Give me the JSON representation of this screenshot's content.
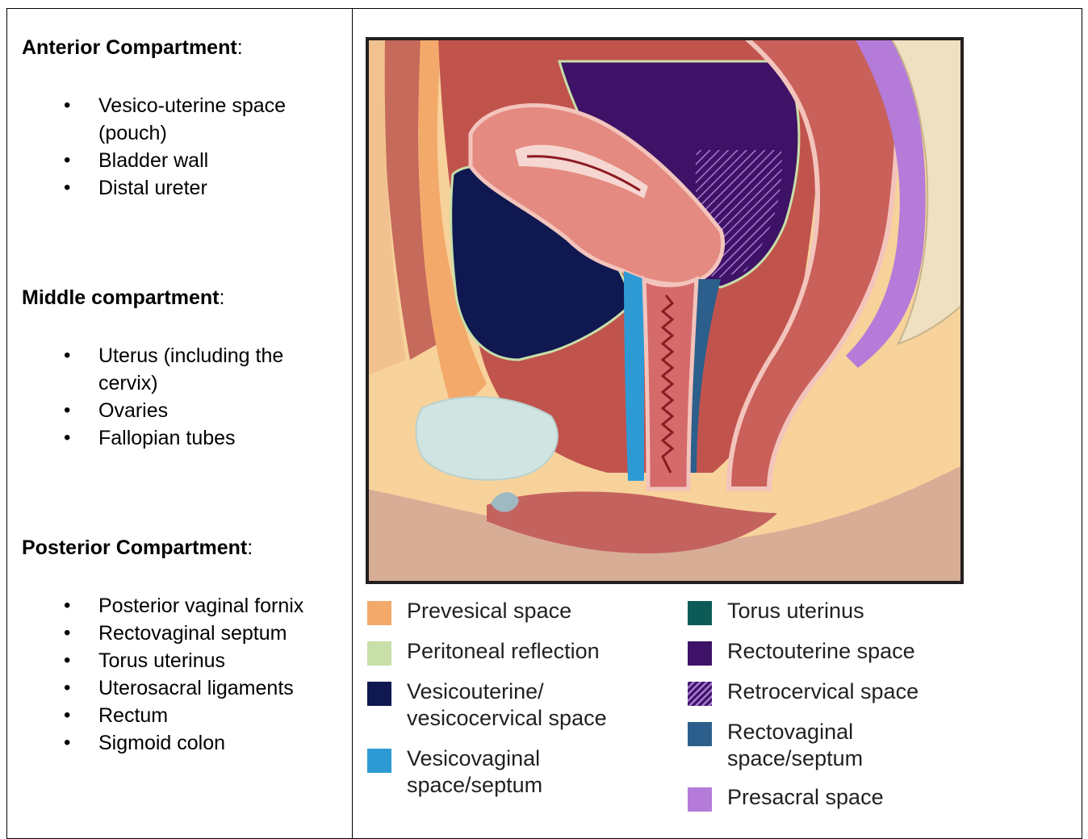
{
  "compartments": [
    {
      "title": "Anterior Compartment",
      "suffix": ":",
      "items": [
        "Vesico-uterine space (pouch)",
        "Bladder wall",
        "Distal ureter"
      ]
    },
    {
      "title": "Middle compartment",
      "suffix": ":",
      "items": [
        "Uterus (including the cervix)",
        "Ovaries",
        "Fallopian tubes"
      ]
    },
    {
      "title": "Posterior Compartment",
      "suffix": ":",
      "items": [
        "Posterior vaginal fornix",
        "Rectovaginal septum",
        "Torus uterinus",
        "Uterosacral ligaments",
        "Rectum",
        "Sigmoid colon"
      ]
    }
  ],
  "legend": {
    "left": [
      {
        "label": "Prevesical space",
        "color": "#f3a96a"
      },
      {
        "label": "Peritoneal reflection",
        "color": "#c8dfa9"
      },
      {
        "label": "Vesicouterine/\nvesicocervical space",
        "color": "#0f1850"
      },
      {
        "label": "Vesicovaginal\nspace/septum",
        "color": "#2e9ad4"
      }
    ],
    "right": [
      {
        "label": "Torus uterinus",
        "color": "#0d5b57"
      },
      {
        "label": "Rectouterine space",
        "color": "#3e1266"
      },
      {
        "label": "Retrocervical space",
        "color": "#5c2a8a",
        "pattern": "hatched"
      },
      {
        "label": "Rectovaginal\nspace/septum",
        "color": "#2c5f8c"
      },
      {
        "label": "Presacral space",
        "color": "#b47bd9"
      }
    ]
  }
}
